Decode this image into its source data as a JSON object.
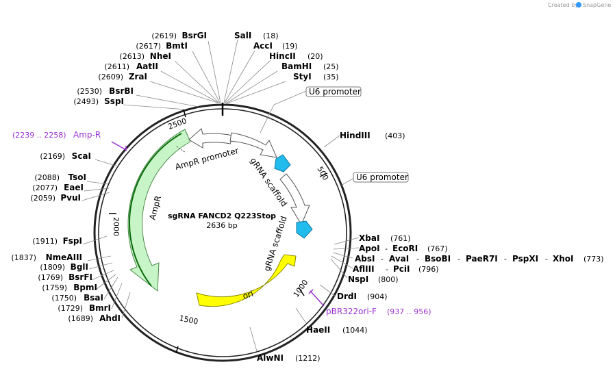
{
  "credit": {
    "prefix": "Created by",
    "brand": "SnapGene"
  },
  "plasmid": {
    "name": "sgRNA FANCD2 Q223Stop",
    "length": "2636 bp"
  },
  "ticks": [
    "500",
    "1000",
    "1500",
    "2000",
    "2500"
  ],
  "features": {
    "ampr_promoter": "AmpR promoter",
    "ampr": "AmpR",
    "grna_scaffold_1": "gRNA scaffold",
    "grna_scaffold_2": "gRNA scaffold",
    "ori": "ori",
    "u6_promoter_1": "U6 promoter",
    "u6_promoter_2": "U6 promoter"
  },
  "primers": {
    "amp_r": {
      "label": "Amp-R",
      "range": "(2239 .. 2258)"
    },
    "pbr322": {
      "label": "pBR322ori-F",
      "range": "(937 .. 956)"
    }
  },
  "enzymes_right": {
    "sali": {
      "name": "SalI",
      "pos": "(18)"
    },
    "acci": {
      "name": "AccI",
      "pos": "(19)"
    },
    "hincii": {
      "name": "HincII",
      "pos": "(20)"
    },
    "bamhi": {
      "name": "BamHI",
      "pos": "(25)"
    },
    "styi": {
      "name": "StyI",
      "pos": "(35)"
    },
    "hindiii": {
      "name": "HindIII",
      "pos": "(403)"
    },
    "xbai": {
      "name": "XbaI",
      "pos": "(761)"
    },
    "apoi": {
      "name": "ApoI",
      "sep": "-",
      "name2": "EcoRI",
      "pos": "(767)"
    },
    "absi": {
      "name": "AbsI",
      "s1": "-",
      "n2": "AvaI",
      "s2": "-",
      "n3": "BsoBI",
      "s3": "-",
      "n4": "PaeR7I",
      "s4": "-",
      "n5": "PspXI",
      "s5": "-",
      "n6": "XhoI",
      "pos": "(773)"
    },
    "afliii": {
      "name": "AflIII",
      "sep": "-",
      "name2": "PciI",
      "pos": "(796)"
    },
    "nspi": {
      "name": "NspI",
      "pos": "(800)"
    },
    "drdi": {
      "name": "DrdI",
      "pos": "(904)"
    },
    "haeii": {
      "name": "HaeII",
      "pos": "(1044)"
    },
    "alwni": {
      "name": "AlwNI",
      "pos": "(1212)"
    }
  },
  "enzymes_left": {
    "bsrgi": {
      "name": "BsrGI",
      "pos": "(2619)"
    },
    "bmti": {
      "name": "BmtI",
      "pos": "(2617)"
    },
    "nhei": {
      "name": "NheI",
      "pos": "(2613)"
    },
    "aatii": {
      "name": "AatII",
      "pos": "(2611)"
    },
    "zrai": {
      "name": "ZraI",
      "pos": "(2609)"
    },
    "bsrbi": {
      "name": "BsrBI",
      "pos": "(2530)"
    },
    "sspi": {
      "name": "SspI",
      "pos": "(2493)"
    },
    "scai": {
      "name": "ScaI",
      "pos": "(2169)"
    },
    "tsoi": {
      "name": "TsoI",
      "pos": "(2088)"
    },
    "eaei": {
      "name": "EaeI",
      "pos": "(2077)"
    },
    "pvui": {
      "name": "PvuI",
      "pos": "(2059)"
    },
    "fspi": {
      "name": "FspI",
      "pos": "(1911)"
    },
    "nmeaiii": {
      "name": "NmeAIII",
      "pos": "(1837)"
    },
    "bgli": {
      "name": "BglI",
      "pos": "(1809)"
    },
    "bsrfi": {
      "name": "BsrFI",
      "pos": "(1769)"
    },
    "bpmi": {
      "name": "BpmI",
      "pos": "(1759)"
    },
    "bsai": {
      "name": "BsaI",
      "pos": "(1750)"
    },
    "bmri": {
      "name": "BmrI",
      "pos": "(1729)"
    },
    "ahdi": {
      "name": "AhdI",
      "pos": "(1689)"
    }
  },
  "colors": {
    "ampr": "#c8f5c8",
    "ori": "#ffff00",
    "grna": "#22bbee",
    "primer": "#9b30d0",
    "backbone": "#222222"
  }
}
